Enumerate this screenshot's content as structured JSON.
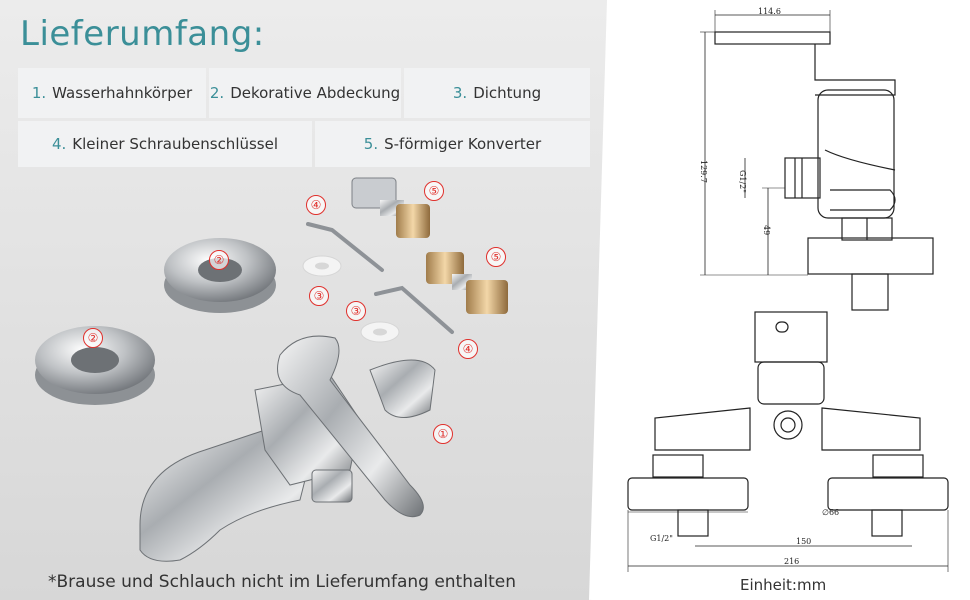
{
  "title": "Lieferumfang:",
  "items": [
    {
      "num": "1.",
      "label": "Wasserhahnkörper"
    },
    {
      "num": "2.",
      "label": "Dekorative Abdeckung"
    },
    {
      "num": "3.",
      "label": "Dichtung"
    },
    {
      "num": "4.",
      "label": "Kleiner Schraubenschlüssel"
    },
    {
      "num": "5.",
      "label": "S-förmiger Konverter"
    }
  ],
  "markers": [
    "①",
    "②",
    "②",
    "③",
    "③",
    "④",
    "④",
    "⑤",
    "⑤"
  ],
  "footnote": "*Brause und Schlauch nicht im Lieferumfang enthalten",
  "drawing": {
    "dim_width": "114.6",
    "dim_height": "129.7",
    "dim_thread": "G1/2\"",
    "dim_49": "49",
    "dim_diam": "∅66",
    "dim_thread_front": "G1/2\"",
    "dim_150": "150",
    "dim_216": "216",
    "unit": "Einheit:mm"
  },
  "colors": {
    "accent": "#3b8f98",
    "marker": "#e0302c",
    "cell_bg": "#f1f2f3"
  }
}
